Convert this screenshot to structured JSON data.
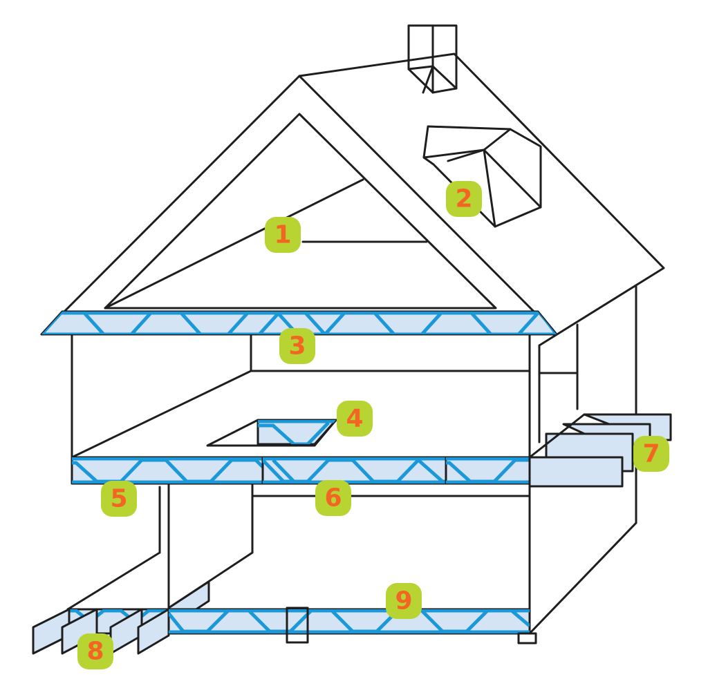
{
  "colors": {
    "insulation_fill": "#d5e4f5",
    "insulation_zigzag": "#1a98d8",
    "badge_fill": "#b8d433",
    "badge_text": "#f26522",
    "line": "#1e1e1e"
  },
  "labels": [
    {
      "id": "1",
      "text": "1"
    },
    {
      "id": "2",
      "text": "2"
    },
    {
      "id": "3",
      "text": "3"
    },
    {
      "id": "4",
      "text": "4"
    },
    {
      "id": "5",
      "text": "5"
    },
    {
      "id": "6",
      "text": "6"
    },
    {
      "id": "7",
      "text": "7"
    },
    {
      "id": "8",
      "text": "8"
    },
    {
      "id": "9",
      "text": "9"
    }
  ]
}
